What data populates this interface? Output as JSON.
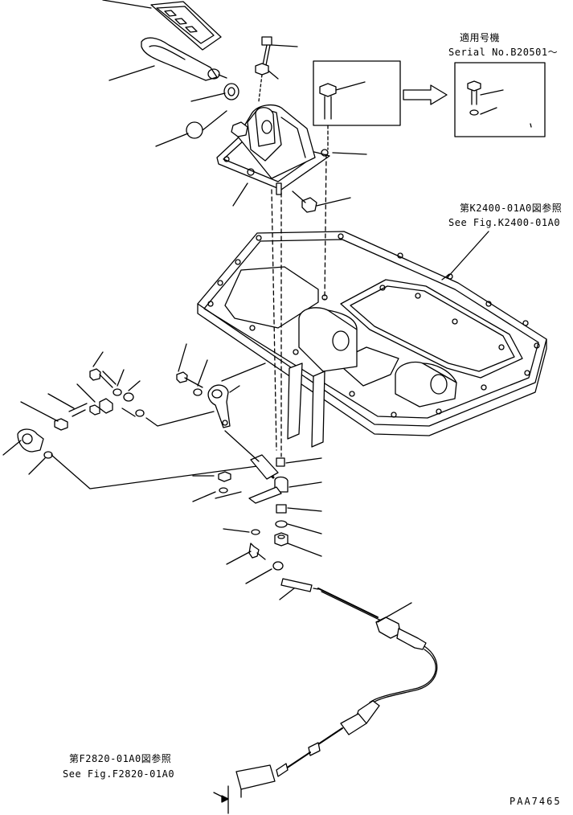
{
  "inset": {
    "title_jp": "適用号機",
    "serial": "Serial No.B20501～"
  },
  "references": [
    {
      "jp": "第K2400-01A0図参照",
      "en": "See Fig.K2400-01A0"
    },
    {
      "jp": "第F2820-01A0図参照",
      "en": "See Fig.F2820-01A0"
    }
  ],
  "drawing_number": "PAA7465"
}
